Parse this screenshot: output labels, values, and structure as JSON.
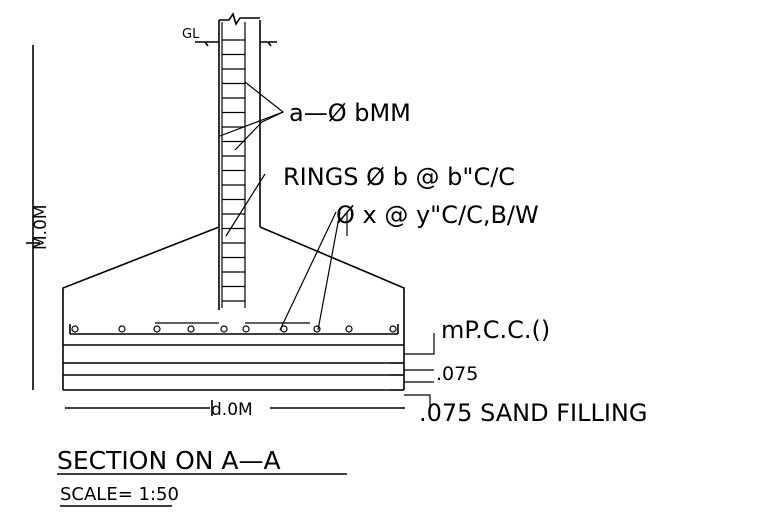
{
  "labels": {
    "ground_level": "GL",
    "main_bars": "a—Ø bMM",
    "rings": "RINGS Ø b @ b\"C/C",
    "bottom_bars": "Ø x @ y\"C/C,B/W",
    "pcc": "mP.C.C.()",
    "layer_thickness": ".075",
    "sand_filling": ".075 SAND FILLING",
    "height_dim": "M.0M",
    "width_dim": "d.0M"
  },
  "title": {
    "text": "SECTION ON A—A",
    "scale": "SCALE= 1:50"
  }
}
